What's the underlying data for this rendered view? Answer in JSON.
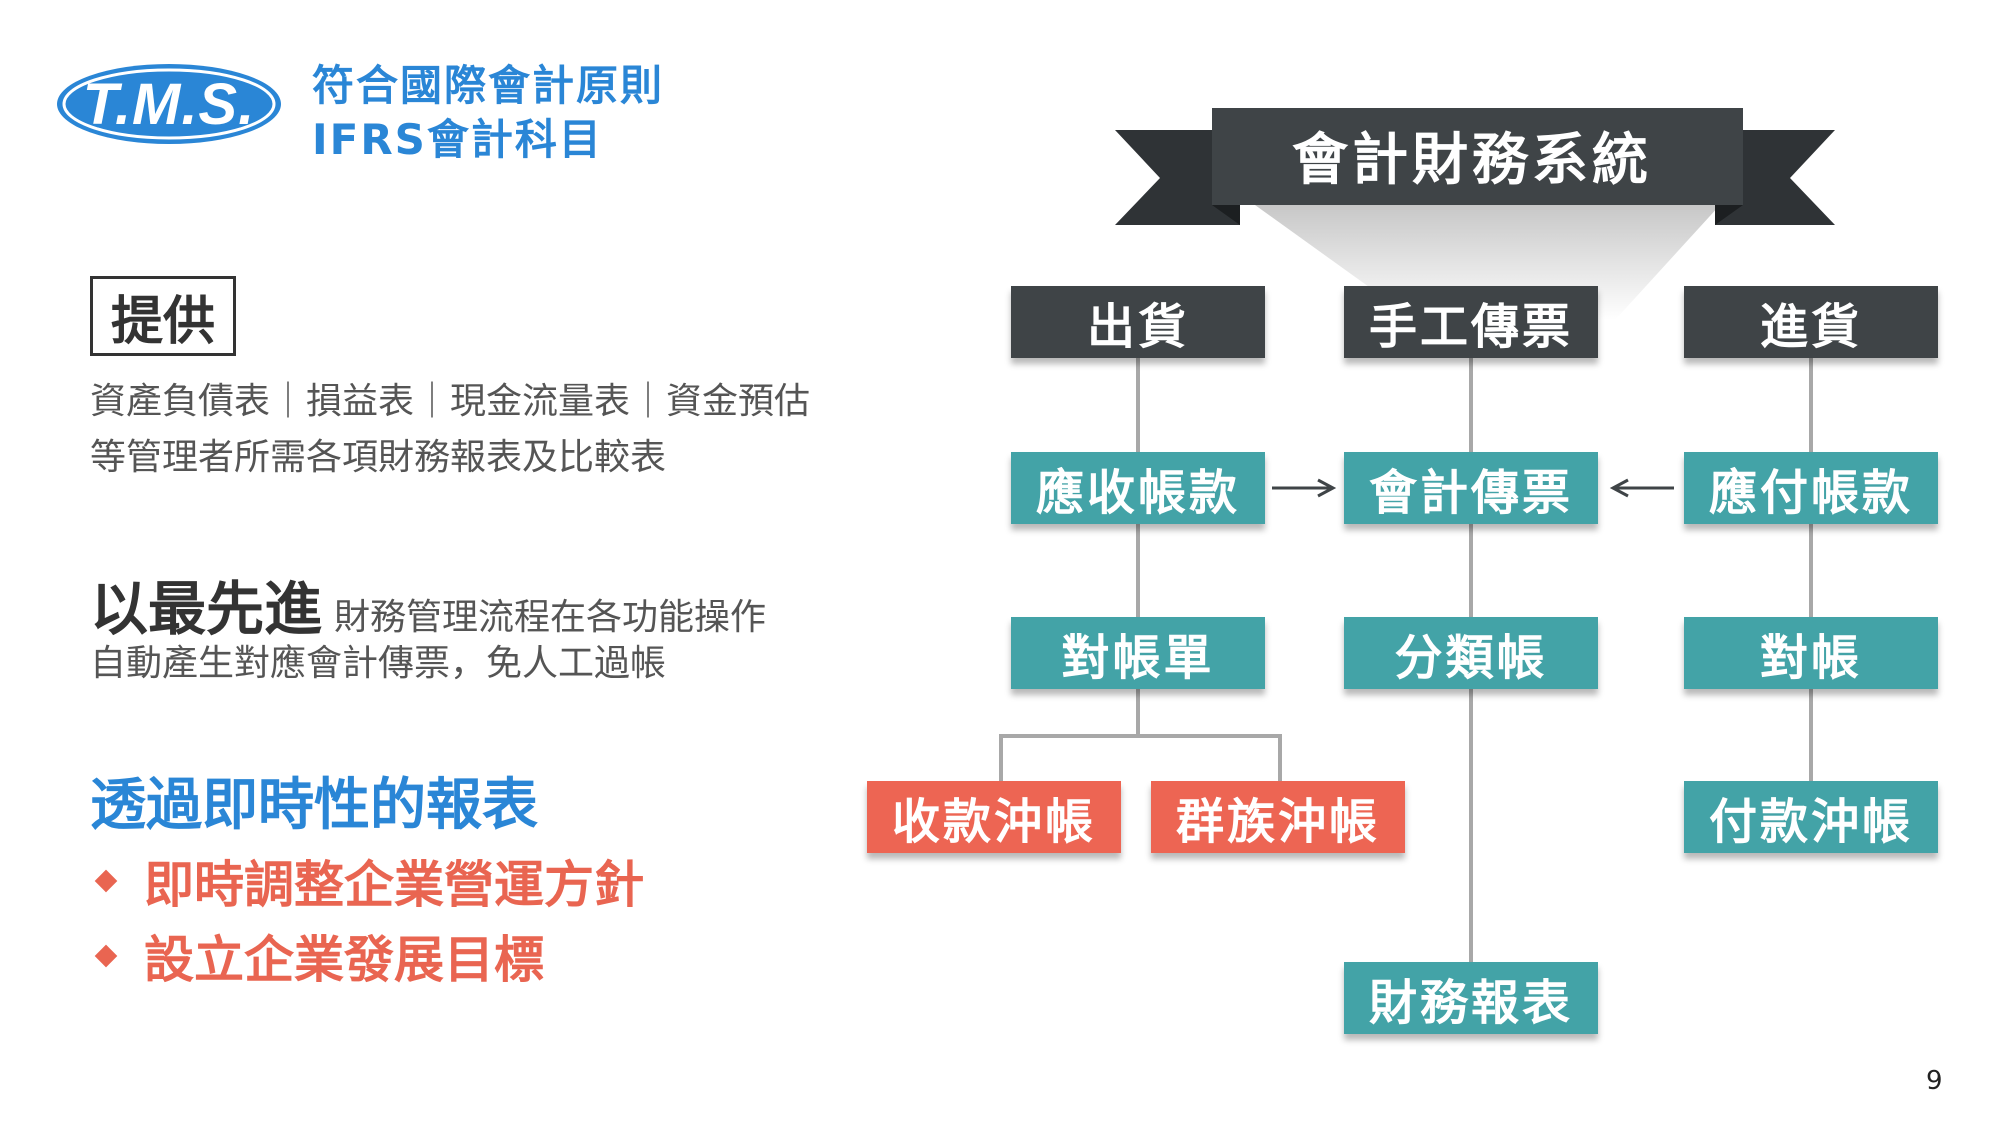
{
  "header": {
    "logo_text": "T.M.S.",
    "line1": "符合國際會計原則",
    "line2": "IFRS會計科目"
  },
  "left": {
    "provide_label": "提供",
    "provide_line1": "資產負債表｜損益表｜現金流量表｜資金預估",
    "provide_line2": "等管理者所需各項財務報表及比較表",
    "advanced_big": "以最先進",
    "advanced_rest": "財務管理流程在各功能操作",
    "advanced_line2": "自動產生對應會計傳票，免人工過帳",
    "realtime_title": "透過即時性的報表",
    "bullets": [
      "即時調整企業營運方針",
      "設立企業發展目標"
    ]
  },
  "diagram": {
    "banner": "會計財務系統",
    "nodes": {
      "shipping": "出貨",
      "manual_voucher": "手工傳票",
      "purchasing": "進貨",
      "receivables": "應收帳款",
      "accounting_voucher": "會計傳票",
      "payables": "應付帳款",
      "statement": "對帳單",
      "ledger": "分類帳",
      "reconcile": "對帳",
      "receipt_writeoff": "收款沖帳",
      "group_writeoff": "群族沖帳",
      "payment_writeoff": "付款沖帳",
      "financial_report": "財務報表"
    },
    "colors": {
      "dark": "#3f4447",
      "teal": "#43a3a7",
      "coral": "#ed6553",
      "line": "#a8a8a8"
    }
  },
  "page_number": "9"
}
